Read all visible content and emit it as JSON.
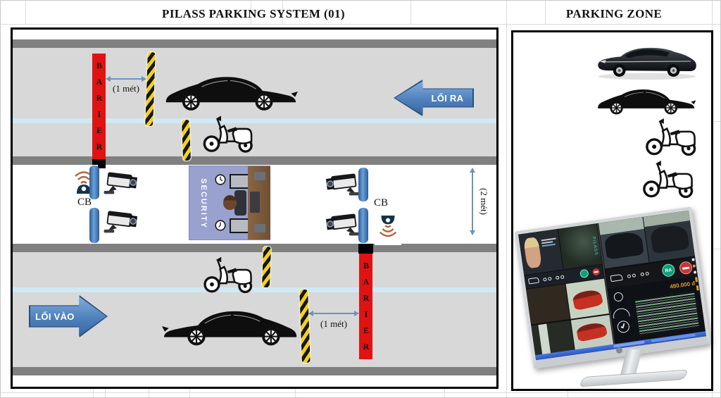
{
  "header": {
    "left_title": "PILASS PARKING SYSTEM (01)",
    "right_title": "PARKING ZONE"
  },
  "diagram": {
    "exit_label": "LỐI RA",
    "entry_label": "LỐI VÀO",
    "barrier_label": "BARIER",
    "one_meter": "(1 mét)",
    "two_meter": "(2 mét)",
    "cb": "CB",
    "security_label": "SECURITY"
  },
  "monitor": {
    "brand": "PILASS",
    "ra": "RA",
    "price": "480.000 đ"
  },
  "colors": {
    "road": "#d8d8d8",
    "road_edge": "#808080",
    "lane_line": "#cfe9f5",
    "barrier_red": "#e01212",
    "arrow_blue": "#4f81bd",
    "dimension_blue": "#6d93bf",
    "booth_bg": "#99a1ce",
    "price_orange": "#e09a38",
    "ra_green": "#0fa07a"
  }
}
